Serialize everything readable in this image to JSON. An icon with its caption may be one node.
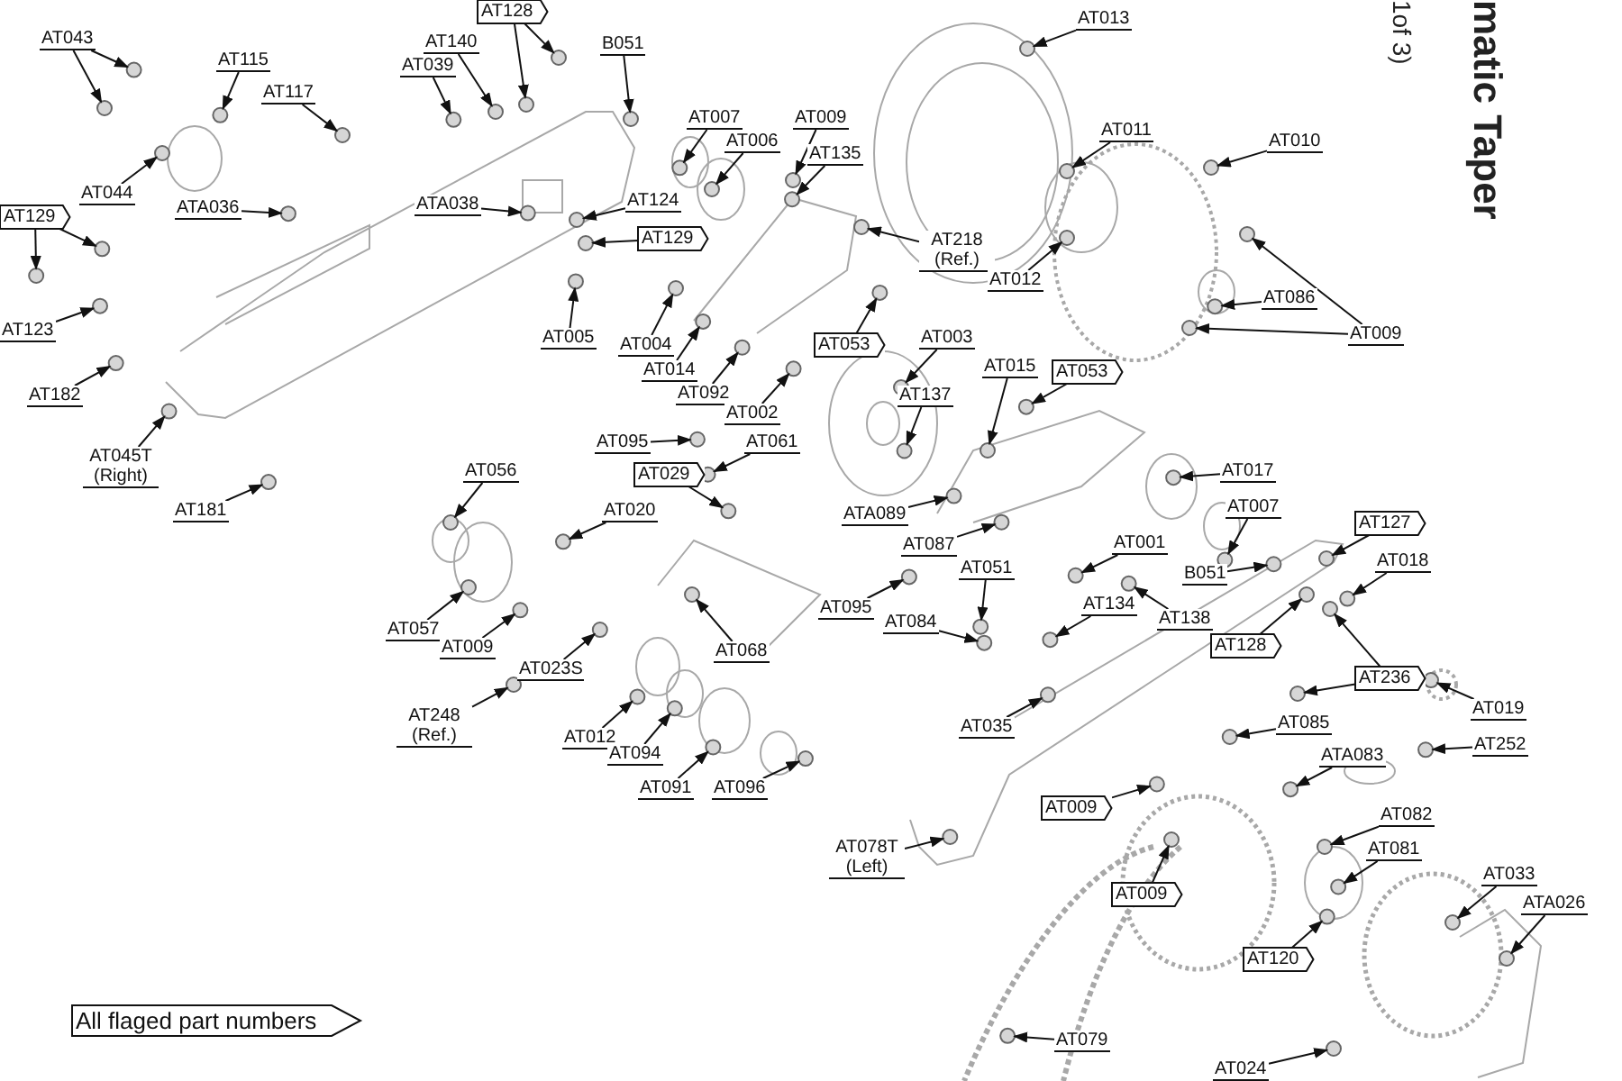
{
  "diagram": {
    "nodes": [
      {
        "text": [
          "AT043"
        ]
      },
      {
        "text": [
          "AT115"
        ]
      },
      {
        "text": [
          "AT117"
        ]
      },
      {
        "text": [
          "AT128"
        ]
      },
      {
        "text": [
          "AT140"
        ]
      },
      {
        "text": [
          "AT039"
        ]
      },
      {
        "text": [
          "B051"
        ]
      },
      {
        "text": [
          "AT007"
        ]
      },
      {
        "text": [
          "AT006"
        ]
      },
      {
        "text": [
          "AT009"
        ]
      },
      {
        "text": [
          "AT135"
        ]
      },
      {
        "text": [
          "AT013"
        ]
      },
      {
        "text": [
          "AT011"
        ]
      },
      {
        "text": [
          "AT010"
        ]
      },
      {
        "text": [
          "AT044"
        ]
      },
      {
        "text": [
          "ATA036"
        ]
      },
      {
        "text": [
          "ATA038"
        ]
      },
      {
        "text": [
          "AT124"
        ]
      },
      {
        "text": [
          "AT129"
        ]
      },
      {
        "text": [
          "AT218 (Ref.)"
        ]
      },
      {
        "text": [
          "AT129"
        ]
      },
      {
        "text": [
          "AT123"
        ]
      },
      {
        "text": [
          "AT012"
        ]
      },
      {
        "text": [
          "AT086"
        ]
      },
      {
        "text": [
          "AT009"
        ]
      },
      {
        "text": [
          "AT005"
        ]
      },
      {
        "text": [
          "AT004"
        ]
      },
      {
        "text": [
          "AT014"
        ]
      },
      {
        "text": [
          "AT092"
        ]
      },
      {
        "text": [
          "AT002"
        ]
      },
      {
        "text": [
          "AT053"
        ]
      },
      {
        "text": [
          "AT003"
        ]
      },
      {
        "text": [
          "AT053"
        ]
      },
      {
        "text": [
          "AT015"
        ]
      },
      {
        "text": [
          "AT137"
        ]
      },
      {
        "text": [
          "AT182"
        ]
      },
      {
        "text": [
          "AT045T (Right)"
        ]
      },
      {
        "text": [
          "AT095"
        ]
      },
      {
        "text": [
          "AT029"
        ]
      },
      {
        "text": [
          "AT061"
        ]
      },
      {
        "text": [
          "AT017"
        ]
      },
      {
        "text": [
          "ATA089"
        ]
      },
      {
        "text": [
          "AT007"
        ]
      },
      {
        "text": [
          "AT127"
        ]
      },
      {
        "text": [
          "AT056"
        ]
      },
      {
        "text": [
          "AT020"
        ]
      },
      {
        "text": [
          "AT181"
        ]
      },
      {
        "text": [
          "AT087"
        ]
      },
      {
        "text": [
          "AT001"
        ]
      },
      {
        "text": [
          "B051"
        ]
      },
      {
        "text": [
          "AT018"
        ]
      },
      {
        "text": [
          "AT051"
        ]
      },
      {
        "text": [
          "AT134"
        ]
      },
      {
        "text": [
          "AT138"
        ]
      },
      {
        "text": [
          "AT095"
        ]
      },
      {
        "text": [
          "AT084"
        ]
      },
      {
        "text": [
          "AT057"
        ]
      },
      {
        "text": [
          "AT009"
        ]
      },
      {
        "text": [
          "AT023S"
        ]
      },
      {
        "text": [
          "AT068"
        ]
      },
      {
        "text": [
          "AT128"
        ]
      },
      {
        "text": [
          "AT236"
        ]
      },
      {
        "text": [
          "AT019"
        ]
      },
      {
        "text": [
          "AT248 (Ref.)"
        ]
      },
      {
        "text": [
          "AT012"
        ]
      },
      {
        "text": [
          "AT094"
        ]
      },
      {
        "text": [
          "AT091"
        ]
      },
      {
        "text": [
          "AT096"
        ]
      },
      {
        "text": [
          "AT035"
        ]
      },
      {
        "text": [
          "AT085"
        ]
      },
      {
        "text": [
          "AT252"
        ]
      },
      {
        "text": [
          "ATA083"
        ]
      },
      {
        "text": [
          "AT009"
        ]
      },
      {
        "text": [
          "AT082"
        ]
      },
      {
        "text": [
          "AT078T (Left)"
        ]
      },
      {
        "text": [
          "AT081"
        ]
      },
      {
        "text": [
          "AT009"
        ]
      },
      {
        "text": [
          "AT033"
        ]
      },
      {
        "text": [
          "ATA026"
        ]
      },
      {
        "text": [
          "AT120"
        ]
      },
      {
        "text": [
          "AT079"
        ]
      },
      {
        "text": [
          "AT024"
        ]
      },
      {
        "text": [
          "All flaged part numbers"
        ]
      },
      {
        "text": [],
        "shape": "circle"
      },
      {
        "text": [],
        "shape": "circle"
      },
      {
        "text": [],
        "shape": "circle"
      },
      {
        "text": [],
        "shape": "circle"
      },
      {
        "text": [],
        "shape": "circle"
      },
      {
        "text": [],
        "shape": "circle"
      },
      {
        "text": [],
        "shape": "circle"
      },
      {
        "text": [],
        "shape": "circle"
      },
      {
        "text": [],
        "shape": "circle"
      },
      {
        "text": [],
        "shape": "circle"
      },
      {
        "text": [],
        "shape": "circle"
      },
      {
        "text": [],
        "shape": "circle"
      },
      {
        "text": [],
        "shape": "circle"
      },
      {
        "text": [],
        "shape": "circle"
      },
      {
        "text": [],
        "shape": "circle"
      },
      {
        "text": [],
        "shape": "circle"
      },
      {
        "text": [],
        "shape": "circle"
      },
      {
        "text": [],
        "shape": "circle"
      },
      {
        "text": [],
        "shape": "circle"
      },
      {
        "text": [],
        "shape": "circle"
      },
      {
        "text": [],
        "shape": "circle"
      },
      {
        "text": [],
        "shape": "circle"
      },
      {
        "text": [],
        "shape": "circle"
      },
      {
        "text": [],
        "shape": "circle"
      },
      {
        "text": [],
        "shape": "circle"
      },
      {
        "text": [],
        "shape": "circle"
      },
      {
        "text": [],
        "shape": "circle"
      },
      {
        "text": [],
        "shape": "circle"
      },
      {
        "text": [],
        "shape": "circle"
      },
      {
        "text": [],
        "shape": "circle"
      },
      {
        "text": [],
        "shape": "circle"
      },
      {
        "text": [],
        "shape": "circle"
      },
      {
        "text": [],
        "shape": "circle"
      },
      {
        "text": [],
        "shape": "circle"
      },
      {
        "text": [],
        "shape": "circle"
      },
      {
        "text": [],
        "shape": "circle"
      },
      {
        "text": [],
        "shape": "circle"
      },
      {
        "text": [],
        "shape": "circle"
      },
      {
        "text": [],
        "shape": "circle"
      },
      {
        "text": [],
        "shape": "circle"
      },
      {
        "text": [],
        "shape": "circle"
      },
      {
        "text": [],
        "shape": "circle"
      },
      {
        "text": [],
        "shape": "circle"
      },
      {
        "text": [],
        "shape": "circle"
      },
      {
        "text": [],
        "shape": "circle"
      },
      {
        "text": [],
        "shape": "circle"
      },
      {
        "text": [],
        "shape": "circle"
      },
      {
        "text": [],
        "shape": "circle"
      },
      {
        "text": [],
        "shape": "circle"
      },
      {
        "text": [],
        "shape": "circle"
      },
      {
        "text": [],
        "shape": "circle"
      },
      {
        "text": [],
        "shape": "circle"
      },
      {
        "text": [],
        "shape": "circle"
      },
      {
        "text": [],
        "shape": "circle"
      },
      {
        "text": [],
        "shape": "circle"
      },
      {
        "text": [],
        "shape": "circle"
      },
      {
        "text": [],
        "shape": "circle"
      },
      {
        "text": [],
        "shape": "circle"
      },
      {
        "text": [],
        "shape": "circle"
      },
      {
        "text": [],
        "shape": "circle"
      },
      {
        "text": [],
        "shape": "circle"
      },
      {
        "text": [],
        "shape": "circle"
      },
      {
        "text": [],
        "shape": "circle"
      },
      {
        "text": [],
        "shape": "circle"
      },
      {
        "text": [],
        "shape": "circle"
      },
      {
        "text": [],
        "shape": "circle"
      },
      {
        "text": [],
        "shape": "circle"
      },
      {
        "text": [],
        "shape": "circle"
      },
      {
        "text": [],
        "shape": "circle"
      },
      {
        "text": [],
        "shape": "circle"
      },
      {
        "text": [],
        "shape": "circle"
      },
      {
        "text": [],
        "shape": "circle"
      },
      {
        "text": [],
        "shape": "circle"
      },
      {
        "text": [],
        "shape": "circle"
      },
      {
        "text": [],
        "shape": "circle"
      },
      {
        "text": [],
        "shape": "circle"
      },
      {
        "text": [],
        "shape": "circle"
      },
      {
        "text": [],
        "shape": "circle"
      },
      {
        "text": [],
        "shape": "circle"
      },
      {
        "text": [],
        "shape": "circle"
      },
      {
        "text": [],
        "shape": "circle"
      },
      {
        "text": [],
        "shape": "circle"
      },
      {
        "text": [],
        "shape": "circle"
      },
      {
        "text": [],
        "shape": "circle"
      },
      {
        "text": [],
        "shape": "circle"
      },
      {
        "text": [],
        "shape": "circle"
      },
      {
        "text": [],
        "shape": "circle"
      }
    ],
    "edges": [
      {
        "from": 0,
        "to": 83,
        "arrow": "to"
      },
      {
        "from": 0,
        "to": 84,
        "arrow": "to"
      },
      {
        "from": 1,
        "to": 85,
        "arrow": "to"
      },
      {
        "from": 2,
        "to": 86,
        "arrow": "to"
      },
      {
        "from": 3,
        "to": 87,
        "arrow": "to"
      },
      {
        "from": 3,
        "to": 88,
        "arrow": "to"
      },
      {
        "from": 4,
        "to": 89,
        "arrow": "to"
      },
      {
        "from": 5,
        "to": 90,
        "arrow": "to"
      },
      {
        "from": 6,
        "to": 91,
        "arrow": "to"
      },
      {
        "from": 7,
        "to": 92,
        "arrow": "to"
      },
      {
        "from": 8,
        "to": 93,
        "arrow": "to"
      },
      {
        "from": 9,
        "to": 94,
        "arrow": "to"
      },
      {
        "from": 10,
        "to": 95,
        "arrow": "to"
      },
      {
        "from": 11,
        "to": 96,
        "arrow": "to"
      },
      {
        "from": 12,
        "to": 97,
        "arrow": "to"
      },
      {
        "from": 13,
        "to": 98,
        "arrow": "to"
      },
      {
        "from": 14,
        "to": 99,
        "arrow": "to"
      },
      {
        "from": 15,
        "to": 100,
        "arrow": "to"
      },
      {
        "from": 16,
        "to": 101,
        "arrow": "to"
      },
      {
        "from": 17,
        "to": 102,
        "arrow": "to"
      },
      {
        "from": 18,
        "to": 103,
        "arrow": "to"
      },
      {
        "from": 19,
        "to": 104,
        "arrow": "to"
      },
      {
        "from": 20,
        "to": 105,
        "arrow": "to"
      },
      {
        "from": 20,
        "to": 106,
        "arrow": "to"
      },
      {
        "from": 21,
        "to": 107,
        "arrow": "to"
      },
      {
        "from": 22,
        "to": 108,
        "arrow": "to"
      },
      {
        "from": 23,
        "to": 109,
        "arrow": "to"
      },
      {
        "from": 24,
        "to": 110,
        "arrow": "to"
      },
      {
        "from": 24,
        "to": 111,
        "arrow": "to"
      },
      {
        "from": 25,
        "to": 112,
        "arrow": "to"
      },
      {
        "from": 26,
        "to": 113,
        "arrow": "to"
      },
      {
        "from": 27,
        "to": 114,
        "arrow": "to"
      },
      {
        "from": 28,
        "to": 115,
        "arrow": "to"
      },
      {
        "from": 29,
        "to": 116,
        "arrow": "to"
      },
      {
        "from": 30,
        "to": 117,
        "arrow": "to"
      },
      {
        "from": 31,
        "to": 118,
        "arrow": "to"
      },
      {
        "from": 32,
        "to": 119,
        "arrow": "to"
      },
      {
        "from": 33,
        "to": 120,
        "arrow": "to"
      },
      {
        "from": 34,
        "to": 121,
        "arrow": "to"
      },
      {
        "from": 35,
        "to": 122,
        "arrow": "to"
      },
      {
        "from": 36,
        "to": 123,
        "arrow": "to"
      },
      {
        "from": 37,
        "to": 124,
        "arrow": "to"
      },
      {
        "from": 38,
        "to": 125,
        "arrow": "to"
      },
      {
        "from": 39,
        "to": 126,
        "arrow": "to"
      },
      {
        "from": 40,
        "to": 127,
        "arrow": "to"
      },
      {
        "from": 41,
        "to": 128,
        "arrow": "to"
      },
      {
        "from": 42,
        "to": 129,
        "arrow": "to"
      },
      {
        "from": 43,
        "to": 130,
        "arrow": "to"
      },
      {
        "from": 44,
        "to": 131,
        "arrow": "to"
      },
      {
        "from": 45,
        "to": 132,
        "arrow": "to"
      },
      {
        "from": 46,
        "to": 133,
        "arrow": "to"
      },
      {
        "from": 47,
        "to": 134,
        "arrow": "to"
      },
      {
        "from": 48,
        "to": 135,
        "arrow": "to"
      },
      {
        "from": 49,
        "to": 136,
        "arrow": "to"
      },
      {
        "from": 50,
        "to": 137,
        "arrow": "to"
      },
      {
        "from": 51,
        "to": 138,
        "arrow": "to"
      },
      {
        "from": 52,
        "to": 139,
        "arrow": "to"
      },
      {
        "from": 53,
        "to": 140,
        "arrow": "to"
      },
      {
        "from": 54,
        "to": 141,
        "arrow": "to"
      },
      {
        "from": 55,
        "to": 142,
        "arrow": "to"
      },
      {
        "from": 56,
        "to": 143,
        "arrow": "to"
      },
      {
        "from": 57,
        "to": 144,
        "arrow": "to"
      },
      {
        "from": 58,
        "to": 145,
        "arrow": "to"
      },
      {
        "from": 59,
        "to": 146,
        "arrow": "to"
      },
      {
        "from": 60,
        "to": 147,
        "arrow": "to"
      },
      {
        "from": 61,
        "to": 148,
        "arrow": "to"
      },
      {
        "from": 61,
        "to": 149,
        "arrow": "to"
      },
      {
        "from": 62,
        "to": 150,
        "arrow": "to"
      },
      {
        "from": 63,
        "to": 151,
        "arrow": "to"
      },
      {
        "from": 64,
        "to": 152,
        "arrow": "to"
      },
      {
        "from": 65,
        "to": 153,
        "arrow": "to"
      },
      {
        "from": 66,
        "to": 154,
        "arrow": "to"
      },
      {
        "from": 67,
        "to": 155,
        "arrow": "to"
      },
      {
        "from": 68,
        "to": 156,
        "arrow": "to"
      },
      {
        "from": 69,
        "to": 157,
        "arrow": "to"
      },
      {
        "from": 70,
        "to": 158,
        "arrow": "to"
      },
      {
        "from": 71,
        "to": 159,
        "arrow": "to"
      },
      {
        "from": 72,
        "to": 160,
        "arrow": "to"
      },
      {
        "from": 73,
        "to": 161,
        "arrow": "to"
      },
      {
        "from": 74,
        "to": 162,
        "arrow": "to"
      },
      {
        "from": 75,
        "to": 163,
        "arrow": "to"
      },
      {
        "from": 76,
        "to": 164,
        "arrow": "to"
      },
      {
        "from": 77,
        "to": 165,
        "arrow": "to"
      },
      {
        "from": 78,
        "to": 166,
        "arrow": "to"
      },
      {
        "from": 79,
        "to": 167,
        "arrow": "to"
      },
      {
        "from": 80,
        "to": 168,
        "arrow": "to"
      },
      {
        "from": 81,
        "to": 169,
        "arrow": "to"
      }
    ],
    "labels": [
      "matic Taper",
      "1of 3)"
    ]
  }
}
